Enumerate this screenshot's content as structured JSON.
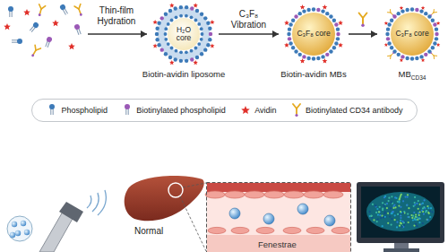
{
  "diagram": {
    "nodes": [
      {
        "text": [
          "H₂O core",
          "Biotin-avidin liposome"
        ]
      },
      {
        "text": [
          "C₃F₈ core",
          "Biotin-avidin MBs"
        ]
      },
      {
        "text": [
          "C₃F₈ core",
          "MB",
          "CD34"
        ]
      }
    ],
    "edges": [
      {
        "from": 0,
        "to": 1,
        "arrow": "to",
        "label": "C₃F₈ Vibration"
      },
      {
        "from": 1,
        "to": 2,
        "arrow": "to"
      }
    ],
    "labels": [
      "Thin-film Hydration",
      "Normal",
      "Fenestrae"
    ],
    "legend": [
      {
        "text": "Phospholipid"
      },
      {
        "text": "Biotinylated phospholipid"
      },
      {
        "text": "Avidin"
      },
      {
        "text": "Biotinylated CD34 antibody"
      }
    ]
  }
}
